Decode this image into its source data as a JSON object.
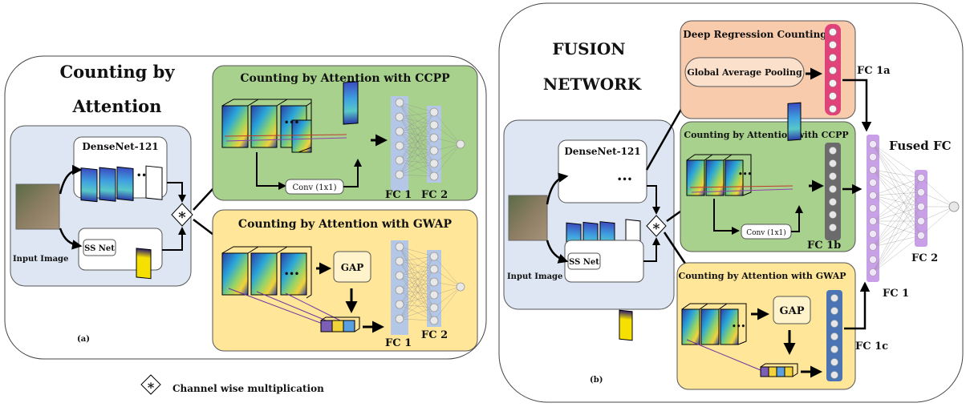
{
  "panel_a": {
    "title_line1": "Counting by",
    "title_line2": "Attention",
    "densenet_label": "DenseNet-121",
    "ssnet_label": "SS Net",
    "input_label": "Input Image",
    "ccpp_title": "Counting by Attention with CCPP",
    "conv_label": "Conv (1x1)",
    "fc1_label": "FC 1",
    "fc2_label": "FC 2",
    "gwap_title": "Counting by Attention with GWAP",
    "gap_label": "GAP",
    "fc1_label_gwap": "FC 1",
    "fc2_label_gwap": "FC 2",
    "caption": "(a)"
  },
  "panel_b": {
    "title_line1": "FUSION",
    "title_line2": "NETWORK",
    "densenet_label": "DenseNet-121",
    "ssnet_label": "SS Net",
    "input_label": "Input Image",
    "drc_title": "Deep Regression Counting",
    "gap_long_label": "Global  Average Pooling",
    "fc1a_label": "FC 1a",
    "ccpp_title": "Counting by Attention with CCPP",
    "conv_label": "Conv (1x1)",
    "fc1b_label": "FC 1b",
    "gwap_title": "Counting by Attention with GWAP",
    "gap_label": "GAP",
    "fc1c_label": "FC 1c",
    "fused_label": "Fused FC",
    "fc1_label": "FC 1",
    "fc2_label": "FC 2",
    "caption": "(b)"
  },
  "legend": {
    "symbol": "*",
    "label": "Channel wise multiplication"
  },
  "colors": {
    "blue_panel": "#dde6f2",
    "green_panel": "#a9d18e",
    "yellow_panel": "#ffe699",
    "orange_panel": "#f8cbad",
    "fc_blue": "#b4c7e7",
    "fc_pink": "#e0427a",
    "fc_gray": "#6b6b6b",
    "fc_navy": "#4a74b4",
    "fc_purple": "#c9a0e8"
  }
}
